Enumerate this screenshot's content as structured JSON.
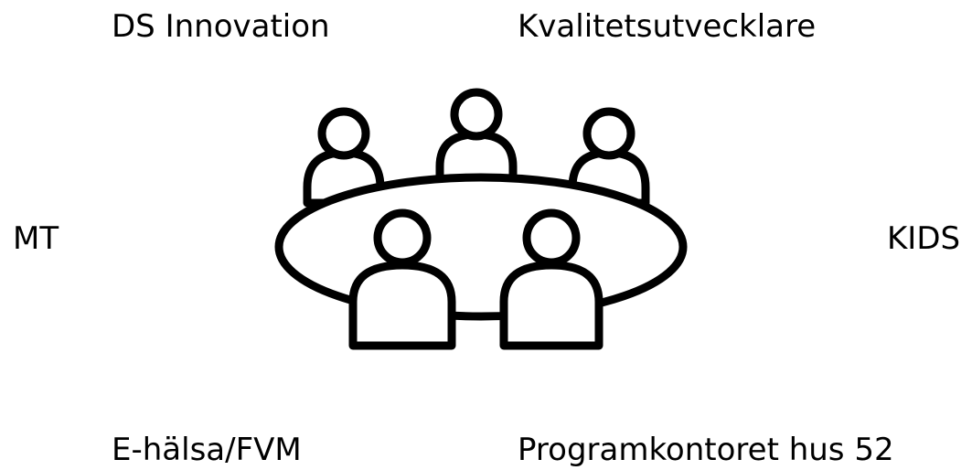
{
  "labels": {
    "top_left": "DS Innovation",
    "top_right": "Kvalitetsutvecklare",
    "middle_left": "MT",
    "middle_right": "KIDS",
    "bottom_left": "E-hälsa/FVM",
    "bottom_right": "Programkontoret hus 52"
  },
  "icon": {
    "name": "meeting-table-icon",
    "stroke_color": "#000000",
    "fill_color": "#ffffff"
  }
}
